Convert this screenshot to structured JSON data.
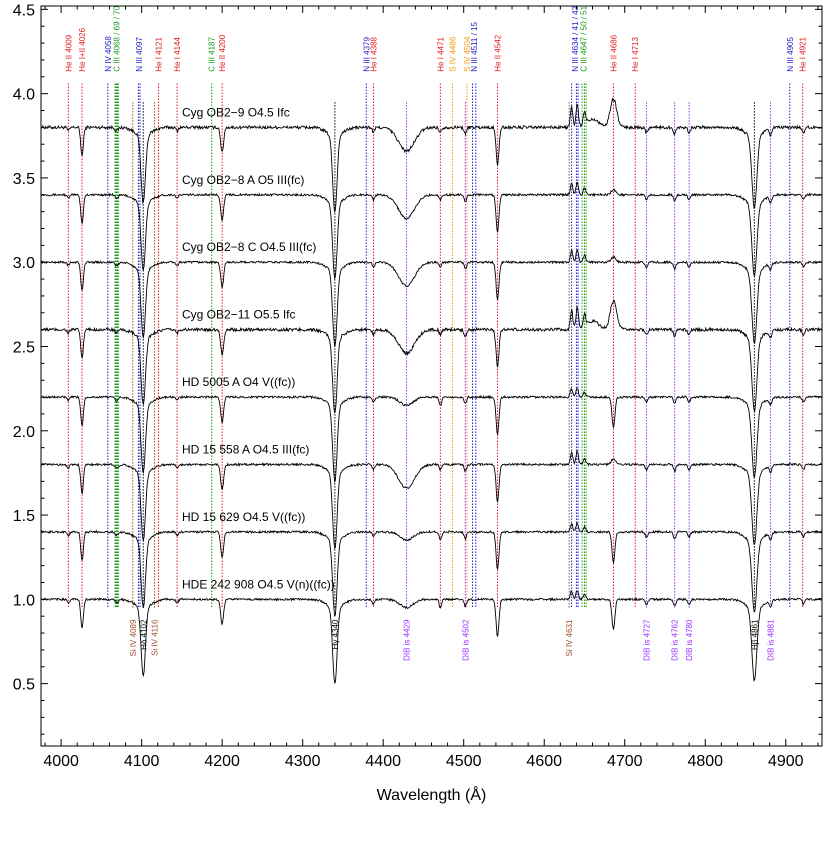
{
  "chart_data": {
    "type": "line",
    "xlabel": "Wavelength (Å)",
    "ylabel": "",
    "xlim": [
      3975,
      4945
    ],
    "ylim": [
      0.13,
      4.52
    ],
    "xticks": [
      4000,
      4100,
      4200,
      4300,
      4400,
      4500,
      4600,
      4700,
      4800,
      4900
    ],
    "yticks": [
      0.5,
      1.0,
      1.5,
      2.0,
      2.5,
      3.0,
      3.5,
      4.0,
      4.5
    ],
    "ytick_labels": [
      "0.5",
      "1.0",
      "1.5",
      "2.0",
      "2.5",
      "3.0",
      "3.5",
      "4.0",
      "4.5"
    ],
    "series": [
      {
        "name": "Cyg OB2−9   O4.5 Ifc",
        "offset": 3.8,
        "type": "supergiant"
      },
      {
        "name": "Cyg OB2−8 A   O5 III(fc)",
        "offset": 3.4,
        "type": "giant"
      },
      {
        "name": "Cyg OB2−8 C   O4.5 III(fc)",
        "offset": 3.0,
        "type": "giant"
      },
      {
        "name": "Cyg OB2−11   O5.5 Ifc",
        "offset": 2.6,
        "type": "supergiant"
      },
      {
        "name": "HD 5005 A   O4 V((fc))",
        "offset": 2.2,
        "type": "dwarf"
      },
      {
        "name": "HD 15 558 A   O4.5 III(fc)",
        "offset": 1.8,
        "type": "giant"
      },
      {
        "name": "HD 15 629   O4.5 V((fc))",
        "offset": 1.4,
        "type": "dwarf"
      },
      {
        "name": "HDE 242 908   O4.5 V(n)((fc))",
        "offset": 1.0,
        "type": "dwarf"
      }
    ],
    "top_lines": [
      {
        "label": "He II 4009",
        "wave": 4009,
        "color": "#e31a1c"
      },
      {
        "label": "He I+II 4026",
        "wave": 4026,
        "color": "#e31a1c"
      },
      {
        "label": "N IV 4058",
        "wave": 4058,
        "color": "#1f1fcc"
      },
      {
        "label": "C III 4068 / 69 / 70",
        "wave": 4069,
        "color": "#1a9a1a",
        "multi": [
          4067,
          4068,
          4069,
          4070,
          4071
        ]
      },
      {
        "label": "N III 4097",
        "wave": 4097,
        "color": "#1f1fcc",
        "multi": [
          4096,
          4098
        ]
      },
      {
        "label": "He I 4121",
        "wave": 4121,
        "color": "#e31a1c"
      },
      {
        "label": "He I 4144",
        "wave": 4144,
        "color": "#e31a1c"
      },
      {
        "label": "C III 4187",
        "wave": 4187,
        "color": "#1a9a1a"
      },
      {
        "label": "He II 4200",
        "wave": 4200,
        "color": "#e31a1c"
      },
      {
        "label": "N III 4379",
        "wave": 4379,
        "color": "#1f1fcc"
      },
      {
        "label": "He I 4388",
        "wave": 4388,
        "color": "#e31a1c"
      },
      {
        "label": "He I 4471",
        "wave": 4471,
        "color": "#e31a1c"
      },
      {
        "label": "S IV 4486",
        "wave": 4486,
        "color": "#f39c12"
      },
      {
        "label": "S IV 4504",
        "wave": 4504,
        "color": "#f39c12"
      },
      {
        "label": "N III 4511 / 15",
        "wave": 4513,
        "color": "#1f1fcc",
        "multi": [
          4511,
          4515
        ]
      },
      {
        "label": "He II 4542",
        "wave": 4542,
        "color": "#e31a1c"
      },
      {
        "label": "N III 4634 / 41 / 42",
        "wave": 4638,
        "color": "#1f1fcc",
        "multi": [
          4634,
          4640,
          4642
        ]
      },
      {
        "label": "C III 4647 / 50 / 51",
        "wave": 4649,
        "color": "#1a9a1a",
        "multi": [
          4647,
          4650,
          4652
        ]
      },
      {
        "label": "He II 4686",
        "wave": 4686,
        "color": "#e31a1c"
      },
      {
        "label": "He I 4713",
        "wave": 4713,
        "color": "#e31a1c"
      },
      {
        "label": "N III 4905",
        "wave": 4905,
        "color": "#1f1fcc"
      },
      {
        "label": "He I 4921",
        "wave": 4921,
        "color": "#e31a1c"
      }
    ],
    "bottom_lines": [
      {
        "label": "Si IV 4089",
        "wave": 4089,
        "color": "#a0522d"
      },
      {
        "label": "Hδ 4102",
        "wave": 4102,
        "color": "#000000"
      },
      {
        "label": "Si IV 4116",
        "wave": 4116,
        "color": "#a0522d"
      },
      {
        "label": "Hγ 4340",
        "wave": 4340,
        "color": "#000000"
      },
      {
        "label": "DIB is 4429",
        "wave": 4429,
        "color": "#9b30ff"
      },
      {
        "label": "DIB is 4502",
        "wave": 4502,
        "color": "#9b30ff"
      },
      {
        "label": "Si IV 4631",
        "wave": 4631,
        "color": "#a0522d"
      },
      {
        "label": "DIB is 4727",
        "wave": 4727,
        "color": "#9b30ff"
      },
      {
        "label": "DIB is 4762",
        "wave": 4762,
        "color": "#9b30ff"
      },
      {
        "label": "DIB is 4780",
        "wave": 4780,
        "color": "#9b30ff"
      },
      {
        "label": "Hβ 4861",
        "wave": 4861,
        "color": "#000000"
      },
      {
        "label": "DIB is 4881",
        "wave": 4881,
        "color": "#9b30ff"
      }
    ]
  }
}
